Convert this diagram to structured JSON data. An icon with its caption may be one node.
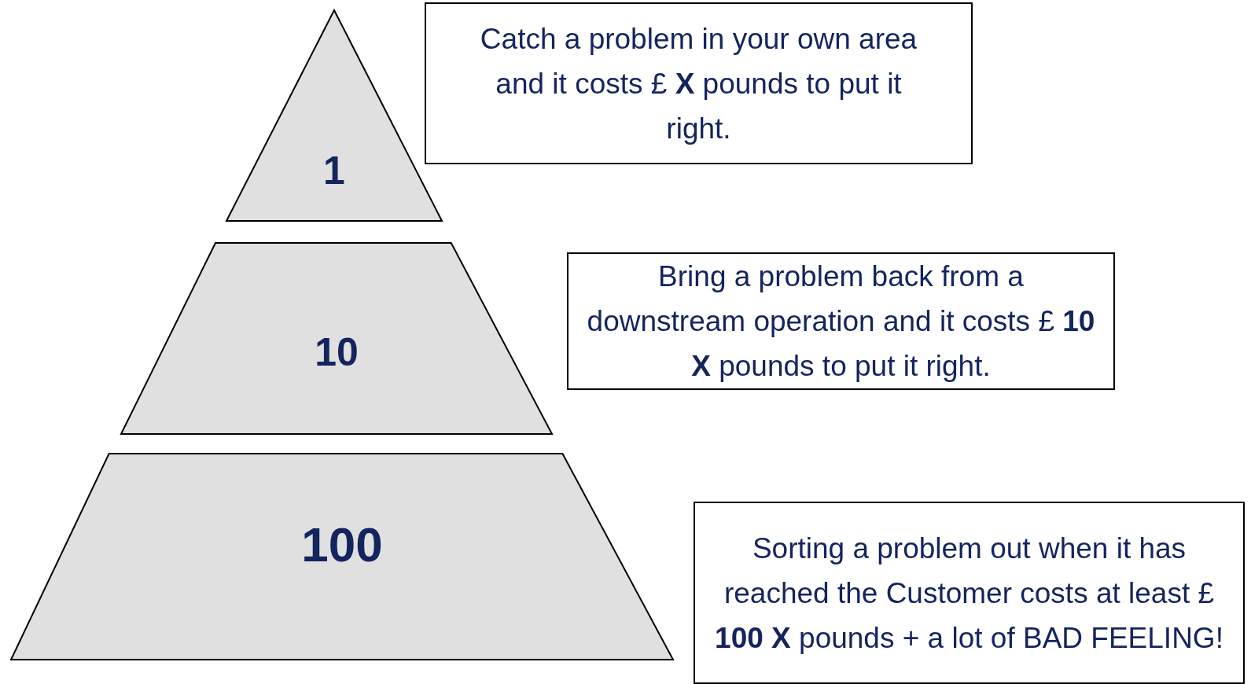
{
  "diagram": {
    "nodes": [
      {
        "text": [
          "1"
        ]
      },
      {
        "text": [
          "10"
        ]
      },
      {
        "text": [
          "100"
        ]
      },
      {
        "text": [
          "Catch a problem in your own area and it costs £ **X** pounds to put it right."
        ]
      },
      {
        "text": [
          "Bring a problem back from a downstream operation and it costs £ **10 X** pounds to put it right."
        ]
      },
      {
        "text": [
          "Sorting a problem out when it has reached the Customer costs at least £ **100 X** pounds + a lot of BAD FEELING!"
        ]
      }
    ]
  }
}
